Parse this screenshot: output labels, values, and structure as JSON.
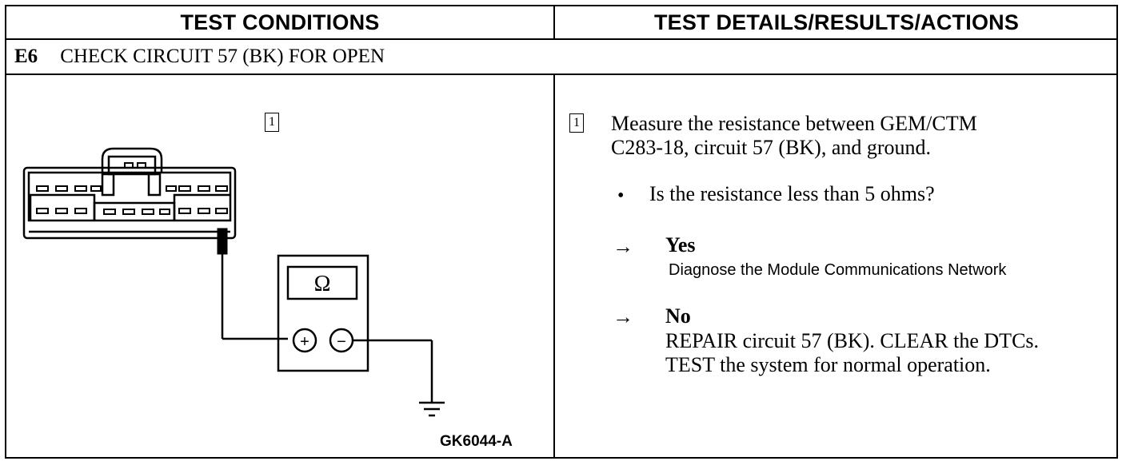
{
  "headers": {
    "left": "TEST CONDITIONS",
    "right": "TEST DETAILS/RESULTS/ACTIONS"
  },
  "step": {
    "id": "E6",
    "title": "CHECK CIRCUIT 57 (BK) FOR OPEN"
  },
  "diagram": {
    "step_marker": "1",
    "meter_symbol": "Ω",
    "plus_symbol": "+",
    "minus_symbol": "−",
    "figure_code": "GK6044-A"
  },
  "details": {
    "step_marker": "1",
    "instruction_line1": "Measure the resistance between GEM/CTM",
    "instruction_line2": "C283-18, circuit 57 (BK), and ground.",
    "bullet": "•",
    "question": "Is the resistance less than 5 ohms?",
    "arrow": "→",
    "yes_label": "Yes",
    "yes_action": "Diagnose the Module Communications Network",
    "no_label": "No",
    "no_action_line1": "REPAIR circuit 57 (BK). CLEAR the DTCs.",
    "no_action_line2": "TEST the system for normal operation."
  }
}
